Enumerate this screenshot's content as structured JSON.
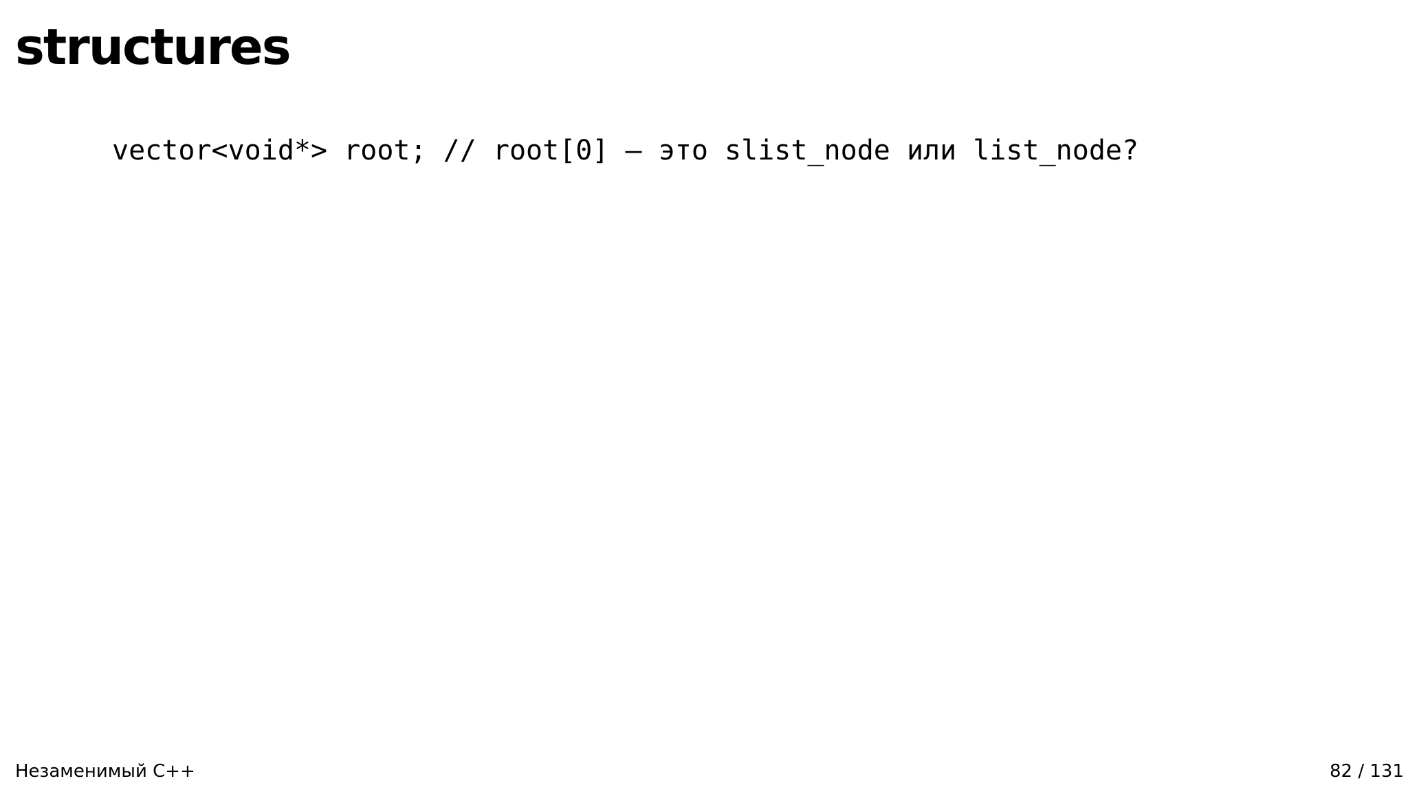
{
  "slide": {
    "title": "structures",
    "code": "vector<void*> root; // root[0] — это slist_node или list_node?"
  },
  "footer": {
    "course": "Незаменимый C++",
    "page": "82 / 131"
  }
}
